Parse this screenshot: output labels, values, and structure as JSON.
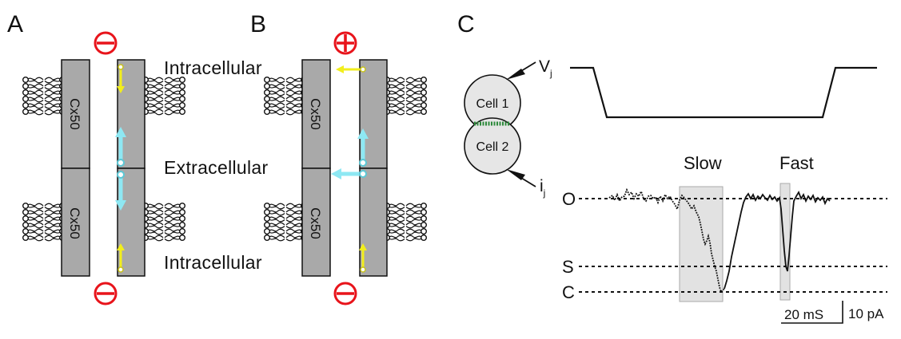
{
  "panels": {
    "a": {
      "letter": "A",
      "top_polarity": "minus",
      "bottom_polarity": "minus"
    },
    "b": {
      "letter": "B",
      "top_polarity": "plus",
      "bottom_polarity": "minus"
    },
    "c": {
      "letter": "C"
    }
  },
  "labels": {
    "intracellular_top": "Intracellular",
    "extracellular": "Extracellular",
    "intracellular_bottom": "Intracellular",
    "connexin": "Cx50"
  },
  "cells": {
    "cell1": "Cell 1",
    "cell2": "Cell 2",
    "voltage_symbol": "V",
    "voltage_subscript": "j",
    "current_symbol": "i",
    "current_subscript": "j"
  },
  "trace": {
    "slow_label": "Slow",
    "fast_label": "Fast",
    "state_open": "O",
    "state_subconductance": "S",
    "state_closed": "C"
  },
  "scale_bar": {
    "time": "20 mS",
    "current": "10 pA"
  },
  "colors": {
    "polarity_red": "#e8141b",
    "connexin_gray": "#a9a9a9",
    "arrow_yellow": "#f2ee1c",
    "arrow_cyan": "#8ee8f3",
    "highlight_gray": "#e2e2e2",
    "junction_green": "#2e8b3c"
  }
}
